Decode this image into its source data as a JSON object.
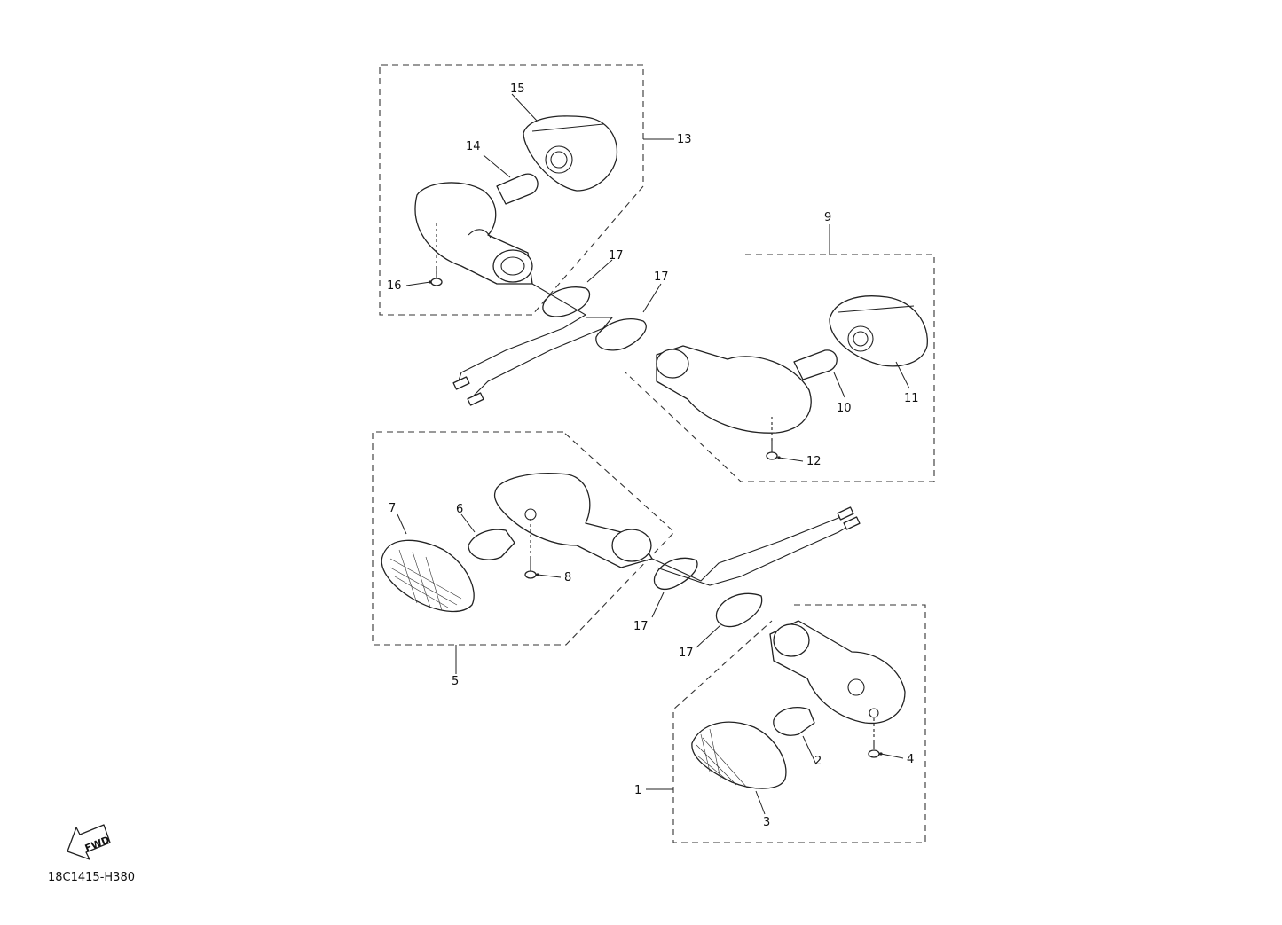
{
  "labels": {
    "n1": "1",
    "n2": "2",
    "n3": "3",
    "n4": "4",
    "n5": "5",
    "n6": "6",
    "n7": "7",
    "n8": "8",
    "n9": "9",
    "n10": "10",
    "n11": "11",
    "n12": "12",
    "n13": "13",
    "n14": "14",
    "n15": "15",
    "n16": "16",
    "n17": "17"
  },
  "fwd": "FWD",
  "diagram_code": "18C1415-H380"
}
